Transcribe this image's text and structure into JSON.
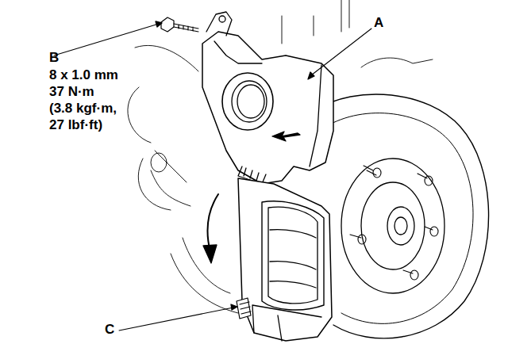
{
  "diagram": {
    "labels": [
      "A",
      "B",
      "8 x 1.0 mm",
      "37 N·m",
      "(3.8 kgf·m, 27 lbf·ft)",
      "C"
    ]
  }
}
